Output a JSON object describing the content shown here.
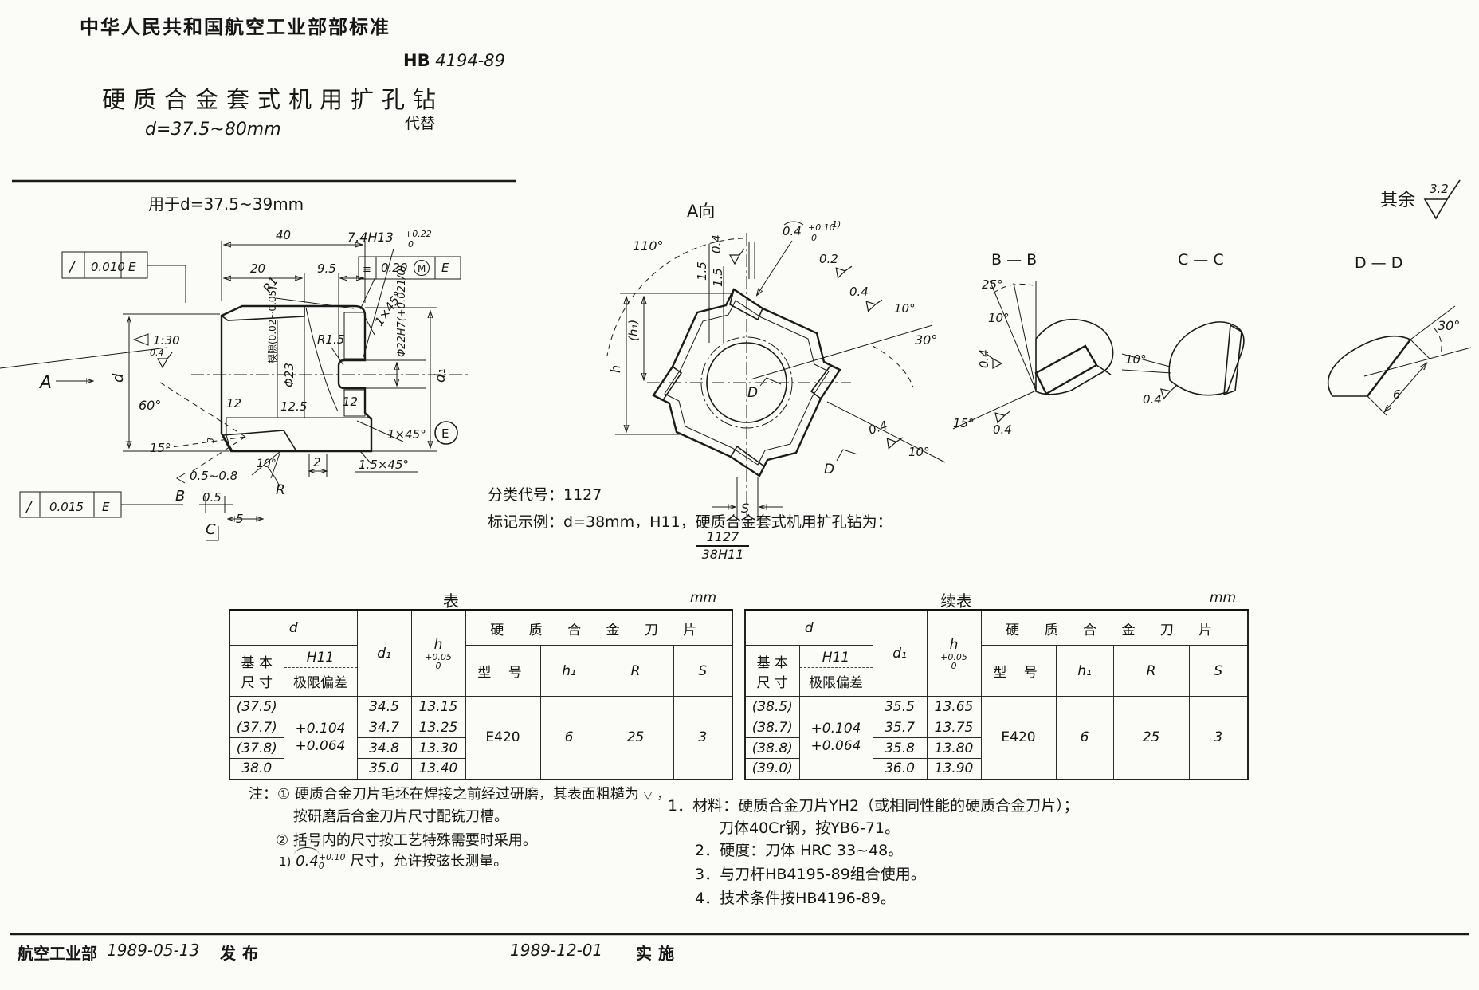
{
  "header": {
    "standard_org": "中华人民共和国航空工业部部标准",
    "code_prefix": "HB",
    "code_number": "4194-89",
    "title": "硬质合金套式机用扩孔钻",
    "subtitle": "d=37.5~80mm",
    "replaces": "代替"
  },
  "surface": {
    "qiyu": "其余",
    "value": "3.2"
  },
  "drawing": {
    "caption": "用于d=37.5~39mm",
    "main": {
      "f1_sym": "/",
      "f1_val": "0.010",
      "f1_ref": "E",
      "f2_sym": "≡",
      "f2_val": "0.20",
      "f2_mod": "M",
      "f2_ref": "E",
      "f3_sym": "/",
      "f3_val": "0.015",
      "f3_ref": "E",
      "dim40": "40",
      "dim20": "20",
      "dim95": "9.5",
      "slot": "7.4H13",
      "slot_sup": "+0.22",
      "slot_sub": "0",
      "r1": "R1",
      "r15": "R1.5",
      "ch45a": "1×45°",
      "ch45e": "1×45°",
      "ch1545": "1.5×45°",
      "taper": "1:30",
      "fin04": "0.4",
      "ang60": "60°",
      "ang15": "15°",
      "ang10": "10°",
      "d12a": "12",
      "d125": "12.5",
      "d12b": "12",
      "d2": "2",
      "d3": "3",
      "phi23": "Φ23",
      "wedge": "楔隙(0.02~0.05)",
      "phi22": "Φ22H7(+0.021/0)",
      "dl": "d",
      "d1l": "d₁",
      "al": "A",
      "bl": "B",
      "cl": "C",
      "rl": "R",
      "el": "E",
      "g0508": "0.5~0.8",
      "g05": "0.5",
      "g5": "5"
    },
    "view_a": {
      "title": "A向",
      "ang110": "110°",
      "fin_a": "0.4",
      "fin_b": "0.2",
      "fin_c": "0.4",
      "fin_d": "0.4",
      "w04": "0.4",
      "w04_sup": "+0.10",
      "w04_sub": "0",
      "w04_note": "1)",
      "ang10a": "10°",
      "ang30": "30°",
      "ang10b": "10°",
      "d15a": "1.5",
      "d15b": "1.5",
      "h1": "(h₁)",
      "h": "h",
      "s": "S",
      "d_datum": "D",
      "d_sec": "D"
    },
    "sec_bb": {
      "title": "B — B",
      "ang25": "25°",
      "ang10": "10°",
      "fin_a": "0.4",
      "ang15": "15°",
      "fin_b": "0.4"
    },
    "sec_cc": {
      "title": "C — C",
      "ang10": "10°",
      "fin": "0.4"
    },
    "sec_dd": {
      "title": "D — D",
      "ang30": "30°",
      "d6": "6"
    }
  },
  "marking": {
    "class_code": "分类代号：1127",
    "example": "标记示例：d=38mm，H11，硬质合金套式机用扩孔钻为：",
    "frac_top": "1127",
    "frac_bottom": "38H11"
  },
  "tables": {
    "left": {
      "caption": "表",
      "unit": "mm",
      "h_d": "d",
      "h_basic1": "基 本",
      "h_basic2": "尺 寸",
      "h_h11": "H11",
      "h_dev": "极限偏差",
      "h_d1": "d₁",
      "h_h": "h",
      "h_htol_u": "+0.05",
      "h_htol_l": "0",
      "h_insert": "硬 质 合 金 刀 片",
      "h_model": "型 号",
      "h_h1": "h₁",
      "h_r": "R",
      "h_s": "S",
      "dev_u": "+0.104",
      "dev_l": "+0.064",
      "rows": [
        [
          "(37.5)",
          "34.5",
          "13.15"
        ],
        [
          "(37.7)",
          "34.7",
          "13.25"
        ],
        [
          "(37.8)",
          "34.8",
          "13.30"
        ],
        [
          "38.0",
          "35.0",
          "13.40"
        ]
      ],
      "model": "E420",
      "h1v": "6",
      "rv": "25",
      "sv": "3"
    },
    "right": {
      "caption": "续表",
      "unit": "mm",
      "h_d": "d",
      "h_basic1": "基 本",
      "h_basic2": "尺 寸",
      "h_h11": "H11",
      "h_dev": "极限偏差",
      "h_d1": "d₁",
      "h_h": "h",
      "h_htol_u": "+0.05",
      "h_htol_l": "0",
      "h_insert": "硬 质 合 金 刀 片",
      "h_model": "型 号",
      "h_h1": "h₁",
      "h_r": "R",
      "h_s": "S",
      "dev_u": "+0.104",
      "dev_l": "+0.064",
      "rows": [
        [
          "(38.5)",
          "35.5",
          "13.65"
        ],
        [
          "(38.7)",
          "35.7",
          "13.75"
        ],
        [
          "(38.8)",
          "35.8",
          "13.80"
        ],
        [
          "(39.0)",
          "36.0",
          "13.90"
        ]
      ],
      "model": "E420",
      "h1v": "6",
      "rv": "25",
      "sv": "3"
    }
  },
  "notes_left": {
    "l1": "注：① 硬质合金刀片毛坯在焊接之前经过研磨，其表面粗糙为",
    "l1_sym": "▽",
    "l1_end": "，",
    "l2": "按研磨后合金刀片尺寸配铣刀槽。",
    "l3": "② 括号内的尺寸按工艺特殊需要时采用。",
    "l4_pre": "1)",
    "l4_dim": "0.4",
    "l4_sup": "+0.10",
    "l4_sub": "0",
    "l4_text": "尺寸，允许按弦长测量。"
  },
  "notes_right": {
    "l1": "1．材料：硬质合金刀片YH2（或相同性能的硬质合金刀片）；",
    "l2": "刀体40Cr钢，按YB6-71。",
    "l3": "2．硬度：刀体 HRC 33~48。",
    "l4": "3．与刀杆HB4195-89组合使用。",
    "l5": "4．技术条件按HB4196-89。"
  },
  "footer": {
    "org": "航空工业部",
    "date_issue": "1989-05-13",
    "publish": "发布",
    "date_impl": "1989-12-01",
    "implement": "实施"
  }
}
